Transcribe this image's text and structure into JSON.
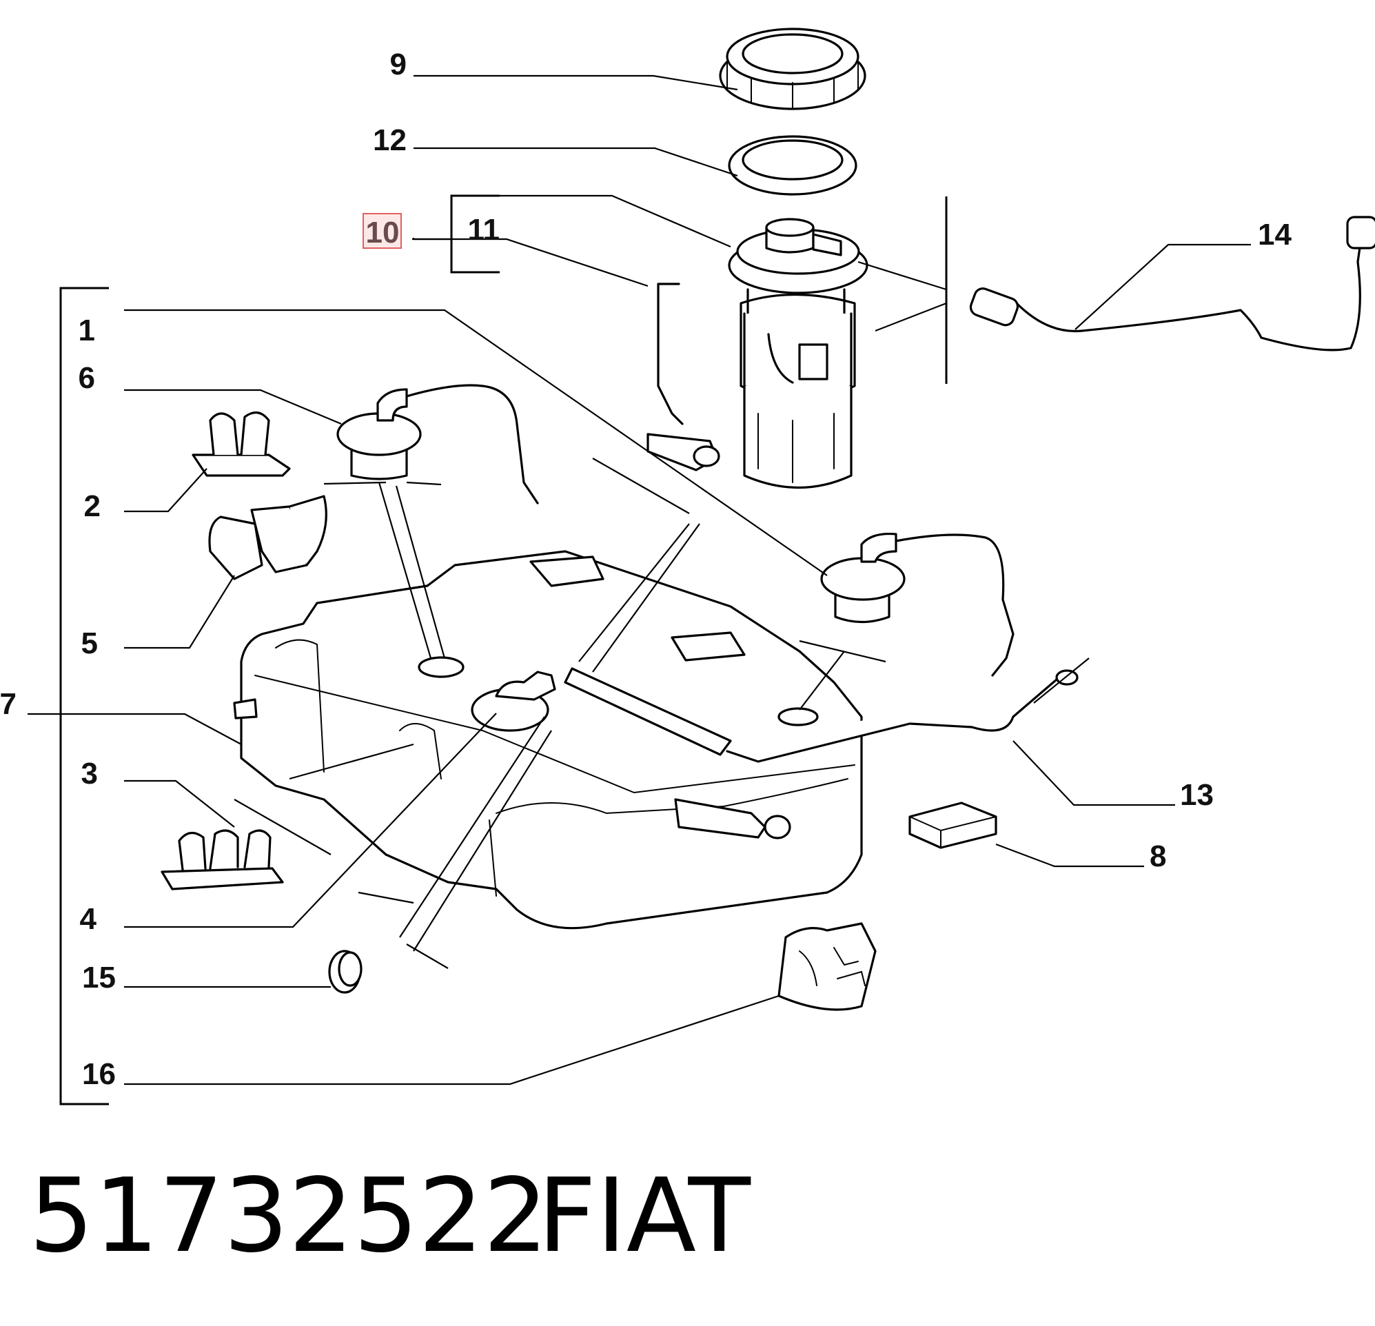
{
  "callouts": {
    "c1": "1",
    "c2": "2",
    "c3": "3",
    "c4": "4",
    "c5": "5",
    "c6": "6",
    "c7": "7",
    "c8": "8",
    "c9": "9",
    "c10": "10",
    "c11": "11",
    "c12": "12",
    "c13": "13",
    "c14": "14",
    "c15": "15",
    "c16": "16"
  },
  "highlight": {
    "callout": "10",
    "color": "#e06060"
  },
  "caption": {
    "part_number": "51732522",
    "brand": "FIAT"
  }
}
